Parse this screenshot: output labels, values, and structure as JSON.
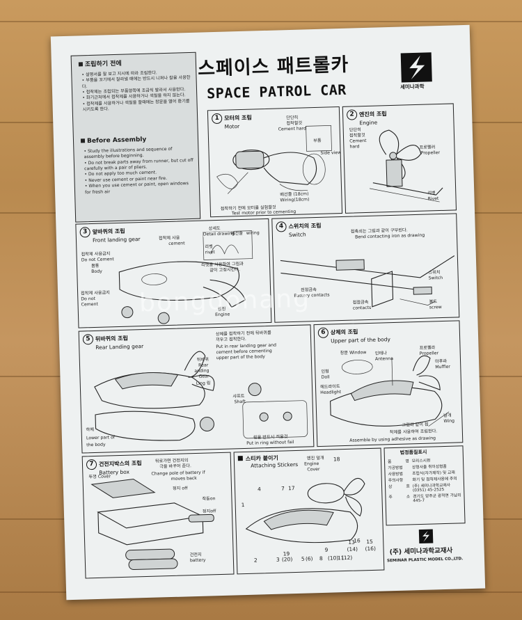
{
  "header": {
    "title_ko": "스페이스 패트롤카",
    "title_en": "SPACE PATROL CAR",
    "logo_text": "세미나과학"
  },
  "before_assembly": {
    "ko_heading": "조립하기 전에",
    "ko_items": [
      "설명서를 잘 보고 지시에 따라 조립한다.",
      "부품을 꼬기에서 잘라낼 때에는 반드시 니퍼나 칼을 사용한다.",
      "접착제는 조립되는 부품양쪽에 조금씩 발라서 사용한다.",
      "화기근처에서 접착제를 사용하거나 색칠을 하지 않는다.",
      "접착제를 사용하거나 색칠을 할때에는 창문을 열어 환기를 시키도록 한다."
    ],
    "en_heading": "Before Assembly",
    "en_items": [
      "Study the illustrations and sequence of assembly before beginning.",
      "Do not break parts away from runner, but cut off carefully with a pair of pliers.",
      "Do not apply too much cement.",
      "Never use cement or paint near fire.",
      "When you use cement or paint, open windows for fresh air"
    ]
  },
  "steps": [
    {
      "num": "1",
      "ko": "모터의 조립",
      "en": "Motor",
      "labels": [
        "단단히",
        "접착할것",
        "Cement hard",
        "부품",
        "Side view",
        "배선줄 (18cm)",
        "Wiring(18cm)"
      ],
      "note_ko": "접착하기 전에 모터를 실험할것",
      "note_en": "Test motor prior to cementing"
    },
    {
      "num": "2",
      "ko": "엔진의 조립",
      "en": "Engine",
      "labels": [
        "단단히",
        "접착할것",
        "Cement",
        "hard",
        "프로펠러",
        "Propeller",
        "리벳",
        "Rivet"
      ]
    },
    {
      "num": "3",
      "ko": "앞바퀴의 조립",
      "en": "Front landing gear",
      "labels": [
        "접착제 사용",
        "cement",
        "상세도",
        "Detail drawing",
        "배선줄",
        "wiring",
        "리벳",
        "rivet",
        "접착제 사용금지",
        "Do not Cement",
        "몸통",
        "Body",
        "리벳을 사용하여 그림과",
        "같이 고정시킨다.",
        "접착제 사용금지",
        "Do not",
        "Cement",
        "엔진",
        "Engine"
      ]
    },
    {
      "num": "4",
      "ko": "스위치의 조립",
      "en": "Switch",
      "labels": [
        "접촉쇠는 그림과 같이 구부린다.",
        "Bend contacting iron as drawing",
        "스위치",
        "Switch",
        "전정금속",
        "Battery contacts",
        "접점금속",
        "contacts",
        "볼트",
        "screw"
      ]
    },
    {
      "num": "5",
      "ko": "뒤바퀴의 조립",
      "en": "Rear Landing gear",
      "labels": [
        "상체를 접착하기 전에 뒤바퀴를",
        "끼우고 접착한다.",
        "Put in rear landing gear and",
        "cement before cementing",
        "upper part of the body",
        "뒤바퀴",
        "Rear",
        "anding",
        "Gear",
        "Ling 링",
        "샤프트",
        "Shaft",
        "하체",
        "Lower part of",
        "the body",
        "링을 반드시 끼울것",
        "Put in ring without fail"
      ]
    },
    {
      "num": "6",
      "ko": "상체의 조립",
      "en": "Upper part of the body",
      "labels": [
        "인테나",
        "Antenna",
        "프로펠라",
        "Propeller",
        "창문 Window",
        "마후라",
        "Muffler",
        "인형",
        "Doll",
        "헤드라이트",
        "Headlight",
        "날개",
        "Wing",
        "그림과 같이 접",
        "착제를 사용하여 조립한다.",
        "Assemble by using adhesive as drawing"
      ]
    },
    {
      "num": "7",
      "ko": "건전지박스의 조립",
      "en": "Battery box",
      "labels": [
        "뚜껑 Cover",
        "뒤로가면 건전지의",
        "극을 바꾸어 준다.",
        "Change pole of battery if",
        "moves back",
        "정지 off",
        "작동on",
        "정지off",
        "건전지",
        "battery"
      ]
    },
    {
      "num": "",
      "ko": "스티카 붙이기",
      "en": "Attaching Stickers",
      "labels": [
        "엔진 덮개",
        "Engine",
        "Cover",
        "18",
        "1",
        "4",
        "7",
        "17",
        "16",
        "2",
        "3",
        "19",
        "(20)",
        "5",
        "(6)",
        "8",
        "(10)",
        "9",
        "11",
        "(12)",
        "13",
        "(14)",
        "15",
        "(16)"
      ]
    }
  ],
  "legal": {
    "title": "법정품질표시",
    "rows": [
      [
        "품",
        "명",
        "모리스시편"
      ],
      [
        "가공방법",
        "",
        "상형사출 취이성형품"
      ],
      [
        "사용방법",
        "",
        "조립식(자가제작) 및 교재"
      ],
      [
        "주의사항",
        "",
        "화기 및 접착제사용에 주의"
      ],
      [
        "상",
        "호",
        "(주) 세미나과학교재사"
      ],
      [
        "",
        "",
        "(0351) 45-2525"
      ],
      [
        "주",
        "소",
        "경기도 양주군 광적면 가납리"
      ],
      [
        "",
        "",
        "445-7"
      ]
    ]
  },
  "footer": {
    "company_ko": "(주) 세미나과학교재사",
    "company_en": "SEMINAR PLASTIC MODEL CO.,LTD."
  },
  "watermark": "bongdonang"
}
